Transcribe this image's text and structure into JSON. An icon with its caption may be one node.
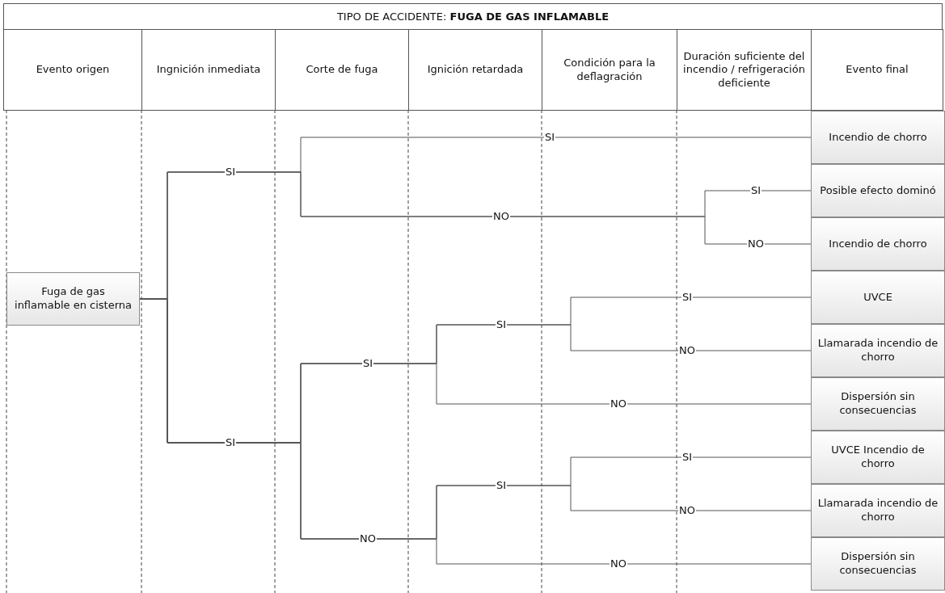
{
  "diagram": {
    "title": "TIPO DE ACCIDENTE: **FUGA DE GAS INFLAMABLE**",
    "nodes": [
      {
        "text": [
          "Fuga de gas inflamable en cisterna"
        ]
      },
      {
        "text": [
          "Incendio de chorro"
        ]
      },
      {
        "text": [
          "Posible efecto dominó"
        ]
      },
      {
        "text": [
          "Incendio de chorro"
        ]
      },
      {
        "text": [
          "UVCE"
        ]
      },
      {
        "text": [
          "Llamarada incendio de chorro"
        ]
      },
      {
        "text": [
          "Dispersión sin consecuencias"
        ]
      },
      {
        "text": [
          "UVCE Incendio de chorro"
        ]
      },
      {
        "text": [
          "Llamarada incendio de chorro"
        ]
      },
      {
        "text": [
          "Dispersión sin consecuencias"
        ]
      }
    ],
    "edges": [
      {
        "from": 0,
        "to": 1,
        "arrow": "none",
        "label": "SI"
      },
      {
        "from": 0,
        "to": 2,
        "arrow": "none",
        "label": "SI"
      },
      {
        "from": 0,
        "to": 3,
        "arrow": "none",
        "label": "NO"
      },
      {
        "from": 0,
        "to": 4,
        "arrow": "none",
        "label": "SI"
      },
      {
        "from": 0,
        "to": 5,
        "arrow": "none",
        "label": "NO"
      },
      {
        "from": 0,
        "to": 6,
        "arrow": "none",
        "label": "NO"
      },
      {
        "from": 0,
        "to": 7,
        "arrow": "none",
        "label": "SI"
      },
      {
        "from": 0,
        "to": 8,
        "arrow": "none",
        "label": "NO"
      },
      {
        "from": 0,
        "to": 9,
        "arrow": "none",
        "label": "NO"
      }
    ],
    "labels": [
      "Evento origen",
      "Ingnición inmediata",
      "Corte de fuga",
      "Ignición retardada",
      "Condición para la deflagración",
      "Duración suficiente del incendio / refrigeración deficiente",
      "Evento final",
      "SI",
      "NO",
      "SI",
      "SI",
      "SI",
      "SI",
      "NO"
    ]
  }
}
